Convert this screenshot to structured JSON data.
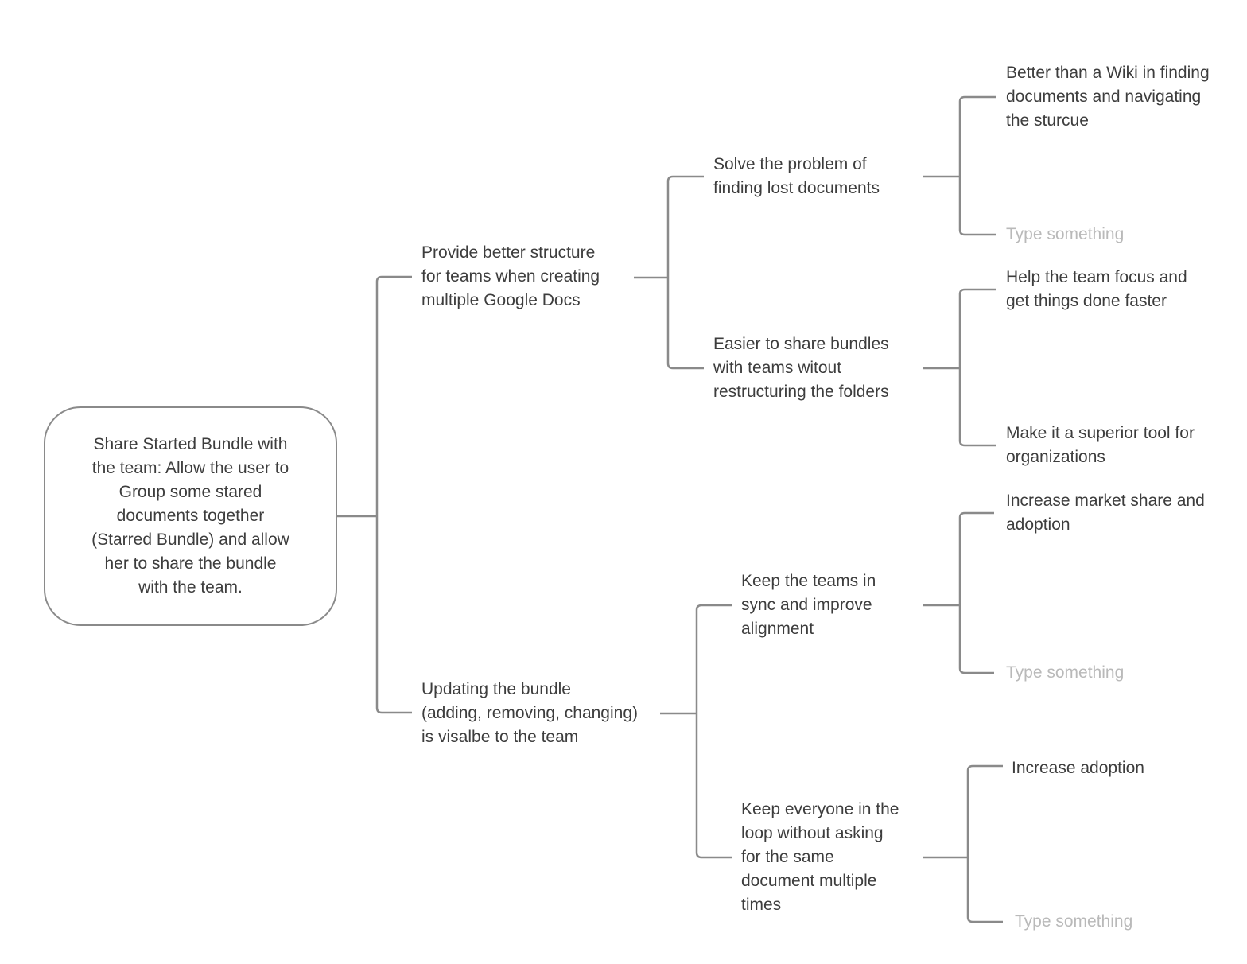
{
  "app": {
    "canvas_bg": "#ffffff",
    "line_color": "#8a8a8a",
    "text_color": "#3d3d3d",
    "placeholder_color": "#b9b9b9"
  },
  "mindmap": {
    "root": {
      "lines": [
        "Share Started Bundle with",
        "the team: Allow the user to",
        "Group some stared",
        "documents together",
        "(Starred Bundle) and allow",
        "her to share the bundle",
        "with the team."
      ],
      "children": [
        {
          "lines": [
            "Provide better structure",
            "for teams when creating",
            "multiple Google Docs"
          ],
          "children": [
            {
              "lines": [
                "Solve the problem of",
                "finding lost documents"
              ],
              "children": [
                {
                  "lines": [
                    "Better than a Wiki in finding",
                    "documents and navigating",
                    "the sturcue"
                  ]
                },
                {
                  "text": "",
                  "placeholder": "Type something"
                }
              ]
            },
            {
              "lines": [
                "Easier to share bundles",
                "with teams witout",
                "restructuring the folders"
              ],
              "children": [
                {
                  "lines": [
                    "Help the team focus and",
                    "get things done faster"
                  ]
                },
                {
                  "lines": [
                    "Make it a superior tool for",
                    "organizations"
                  ]
                }
              ]
            }
          ]
        },
        {
          "lines": [
            "Updating the bundle",
            "(adding, removing, changing)",
            "is visalbe to the team"
          ],
          "children": [
            {
              "lines": [
                "Keep the teams in",
                "sync and improve",
                "alignment"
              ],
              "children": [
                {
                  "lines": [
                    "Increase market share and",
                    "adoption"
                  ]
                },
                {
                  "text": "",
                  "placeholder": "Type something"
                }
              ]
            },
            {
              "lines": [
                "Keep everyone in the",
                "loop without asking",
                "for the same",
                "document multiple",
                "times"
              ],
              "children": [
                {
                  "lines": [
                    "Increase adoption"
                  ]
                },
                {
                  "text": "",
                  "placeholder": "Type something"
                }
              ]
            }
          ]
        }
      ]
    }
  }
}
